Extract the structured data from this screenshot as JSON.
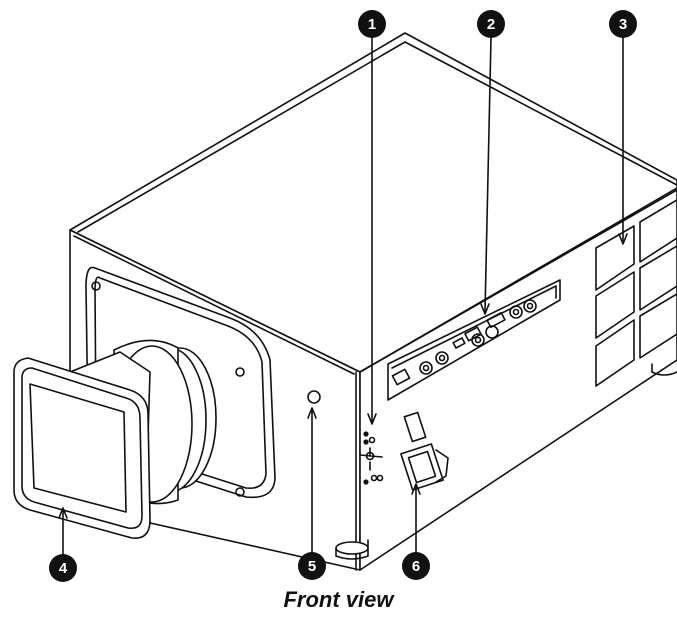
{
  "caption": "Front view",
  "callouts": [
    {
      "id": "callout-1",
      "label": "1"
    },
    {
      "id": "callout-2",
      "label": "2"
    },
    {
      "id": "callout-3",
      "label": "3"
    },
    {
      "id": "callout-4",
      "label": "4"
    },
    {
      "id": "callout-5",
      "label": "5"
    },
    {
      "id": "callout-6",
      "label": "6"
    }
  ],
  "colors": {
    "line": "#111111",
    "badge": "#111111",
    "background": "#ffffff"
  },
  "icons": [
    "projector-body",
    "lens",
    "ir-sensor",
    "io-panel",
    "power-inlet",
    "led-indicators",
    "ventilation-grille",
    "adjustable-foot"
  ]
}
